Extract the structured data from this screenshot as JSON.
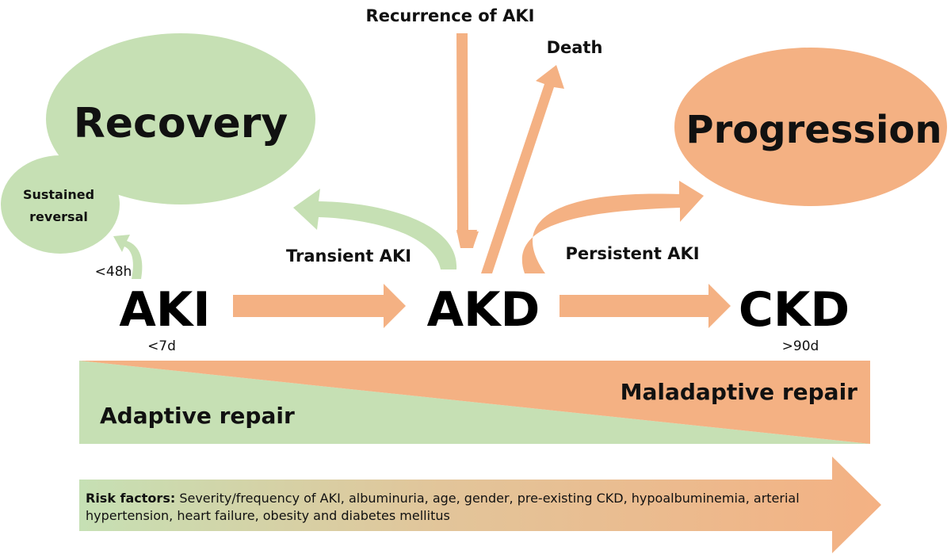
{
  "colors": {
    "green": "#c6e0b4",
    "orange": "#f4b183",
    "text": "#000000"
  },
  "nodes": {
    "recovery": "Recovery",
    "sustained_reversal_line1": "Sustained",
    "sustained_reversal_line2": "reversal",
    "progression": "Progression",
    "aki": "AKI",
    "akd": "AKD",
    "ckd": "CKD"
  },
  "labels": {
    "recurrence": "Recurrence of AKI",
    "death": "Death",
    "transient": "Transient AKI",
    "persistent": "Persistent AKI",
    "lt48h": "<48h",
    "lt7d": "<7d",
    "gt90d": ">90d"
  },
  "repair": {
    "adaptive": "Adaptive repair",
    "maladaptive": "Maladaptive repair"
  },
  "risk": {
    "label": "Risk factors:",
    "text": " Severity/frequency of AKI, albuminuria, age, gender, pre-existing CKD, hypoalbuminemia, arterial hypertension, heart failure, obesity and diabetes mellitus"
  }
}
